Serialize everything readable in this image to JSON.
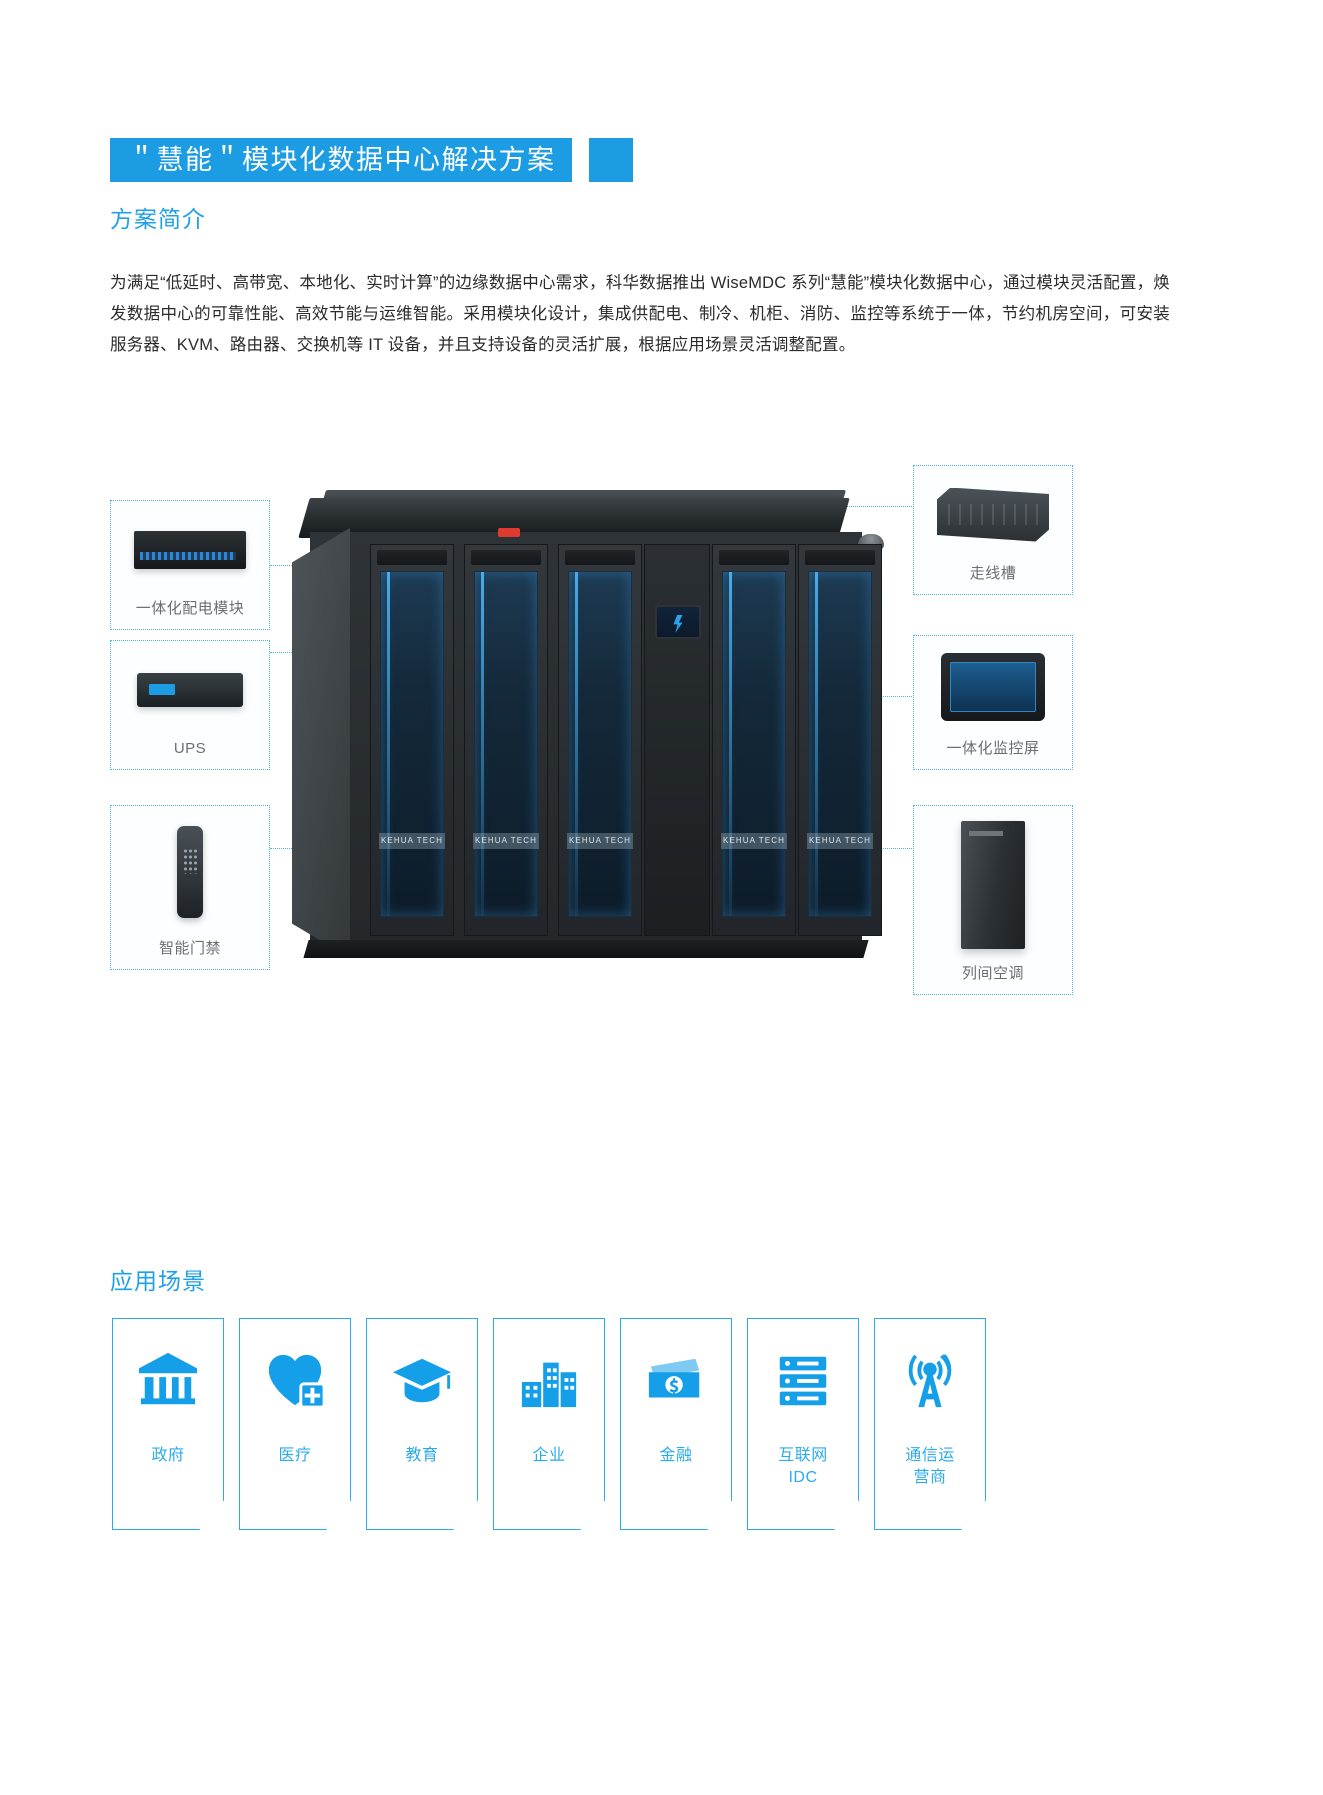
{
  "header": {
    "title": "＂慧能＂模块化数据中心解决方案",
    "accent_color": "#1b9ce3"
  },
  "sections": {
    "intro_heading": "方案简介",
    "intro_paragraph": "为满足“低延时、高带宽、本地化、实时计算”的边缘数据中心需求，科华数据推出 WiseMDC 系列“慧能”模块化数据中心，通过模块灵活配置，焕发数据中心的可靠性能、高效节能与运维智能。采用模块化设计，集成供配电、制冷、机柜、消防、监控等系统于一体，节约机房空间，可安装服务器、KVM、路由器、交换机等 IT 设备，并且支持设备的灵活扩展，根据应用场景灵活调整配置。",
    "scenario_heading": "应用场景"
  },
  "diagram": {
    "callouts_left": [
      {
        "id": "pdu",
        "label": "一体化配电模块"
      },
      {
        "id": "ups",
        "label": "UPS"
      },
      {
        "id": "door",
        "label": "智能门禁"
      }
    ],
    "callouts_right": [
      {
        "id": "tray",
        "label": "走线槽"
      },
      {
        "id": "mon",
        "label": "一体化监控屏"
      },
      {
        "id": "ac",
        "label": "列间空调"
      }
    ],
    "rack_brand": "KEHUA TECH"
  },
  "scenarios": [
    {
      "icon": "government-icon",
      "label": "政府"
    },
    {
      "icon": "healthcare-icon",
      "label": "医疗"
    },
    {
      "icon": "education-icon",
      "label": "教育"
    },
    {
      "icon": "enterprise-icon",
      "label": "企业"
    },
    {
      "icon": "finance-icon",
      "label": "金融"
    },
    {
      "icon": "internet-idc-icon",
      "label": "互联网\nIDC"
    },
    {
      "icon": "telecom-icon",
      "label": "通信运\n营商"
    }
  ]
}
